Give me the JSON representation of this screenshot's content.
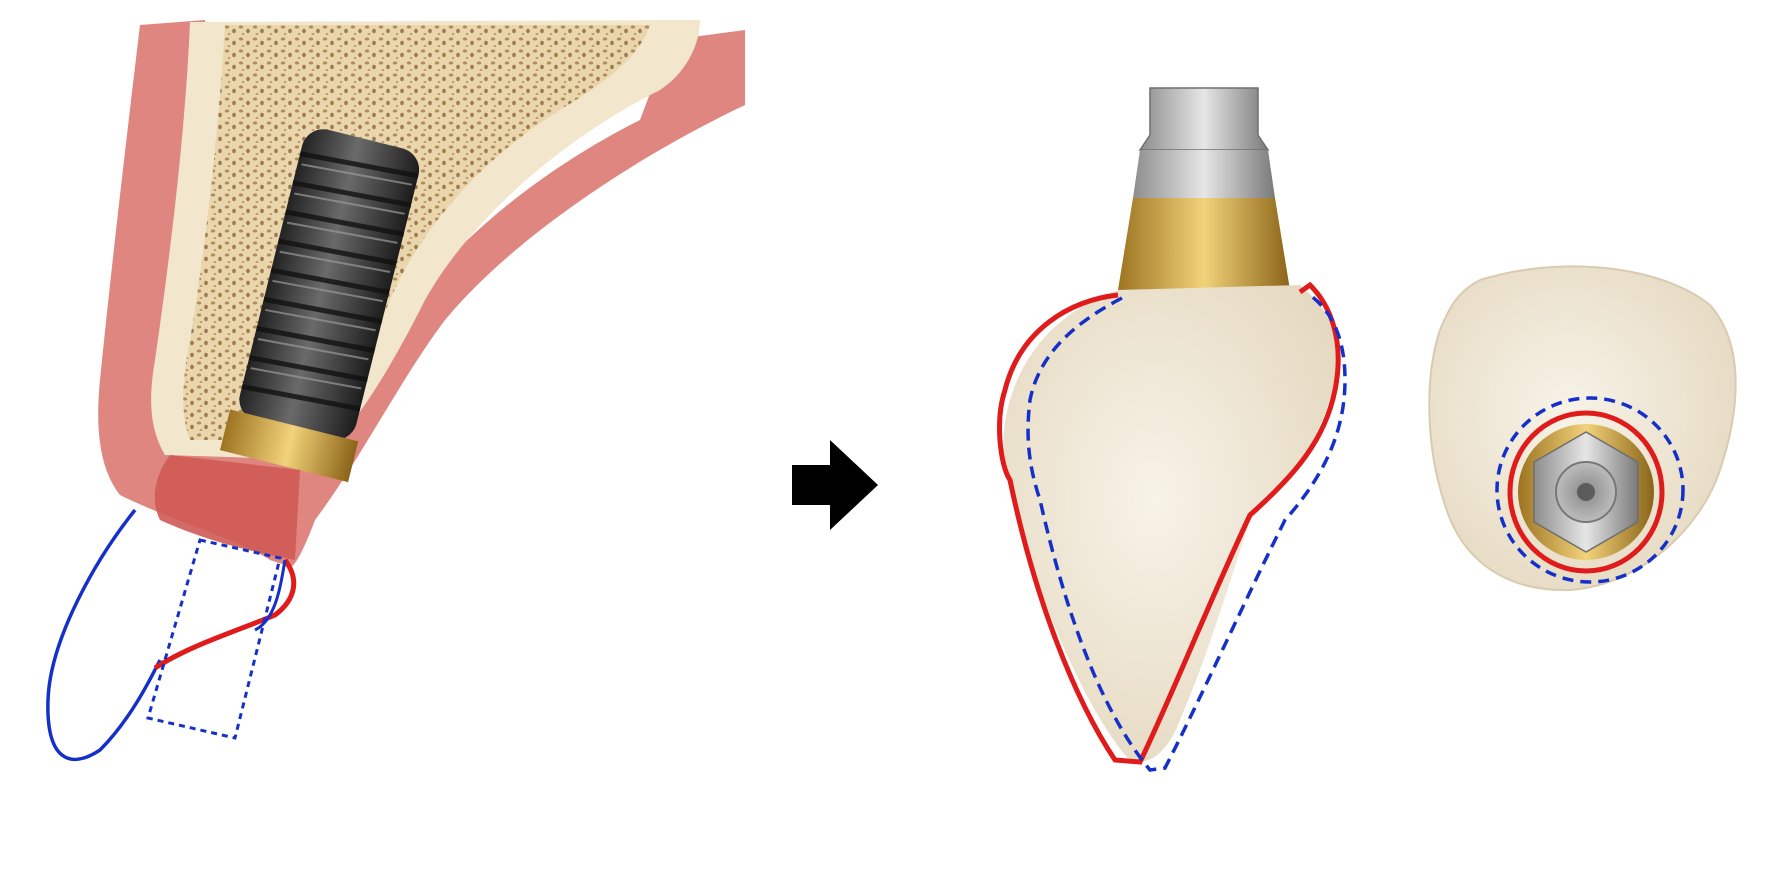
{
  "diagram": {
    "panels": [
      {
        "id": "implant-cross-section",
        "depicts": "implant-in-bone"
      },
      {
        "id": "crown-side-view",
        "depicts": "crown-on-abutment"
      },
      {
        "id": "crown-occlusal-view",
        "depicts": "crown-top-view"
      }
    ],
    "arrow": {
      "direction": "right",
      "color": "#000000"
    },
    "colors": {
      "contour_red": "#e01b1b",
      "contour_blue": "#1530c8",
      "gingiva": "#d9726d",
      "bone_cortical": "#f1e4c8",
      "bone_cancellous": "#c9a674",
      "implant": "#3a3a3a",
      "collar_gold": "#c79a3c",
      "crown": "#efe6d2",
      "abutment_metal": "#b9b9b9"
    }
  }
}
